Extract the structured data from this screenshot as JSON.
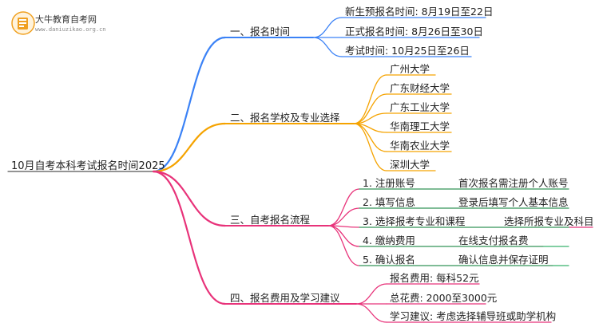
{
  "logo": {
    "name": "大牛教育自考网",
    "url": "www.daniuzikao.org.cn"
  },
  "root": "10月自考本科考试报名时间2025",
  "colors": {
    "blue": "#3b82f6",
    "orange": "#f5a300",
    "green": "#37b26c",
    "pink": "#e8337a",
    "logo": "#f0a020"
  },
  "branches": [
    {
      "label": "一、报名时间",
      "items": [
        "新生预报名时间: 8月19日至22日",
        "正式报名时间: 8月26日至30日",
        "考试时间: 10月25日至26日"
      ]
    },
    {
      "label": "二、报名学校及专业选择",
      "items": [
        "广州大学",
        "广东财经大学",
        "广东工业大学",
        "华南理工大学",
        "华南农业大学",
        "深圳大学"
      ]
    },
    {
      "label": "三、自考报名流程",
      "items": [
        {
          "step": "1. 注册账号",
          "desc": "首次报名需注册个人账号"
        },
        {
          "step": "2. 填写信息",
          "desc": "登录后填写个人基本信息"
        },
        {
          "step": "3. 选择报考专业和课程",
          "desc": "选择所报专业及科目"
        },
        {
          "step": "4. 缴纳费用",
          "desc": "在线支付报名费"
        },
        {
          "step": "5. 确认报名",
          "desc": "确认信息并保存证明"
        }
      ]
    },
    {
      "label": "四、报名费用及学习建议",
      "items": [
        "报名费用: 每科52元",
        "总花费: 2000至3000元",
        "学习建议: 考虑选择辅导班或助学机构"
      ]
    }
  ]
}
